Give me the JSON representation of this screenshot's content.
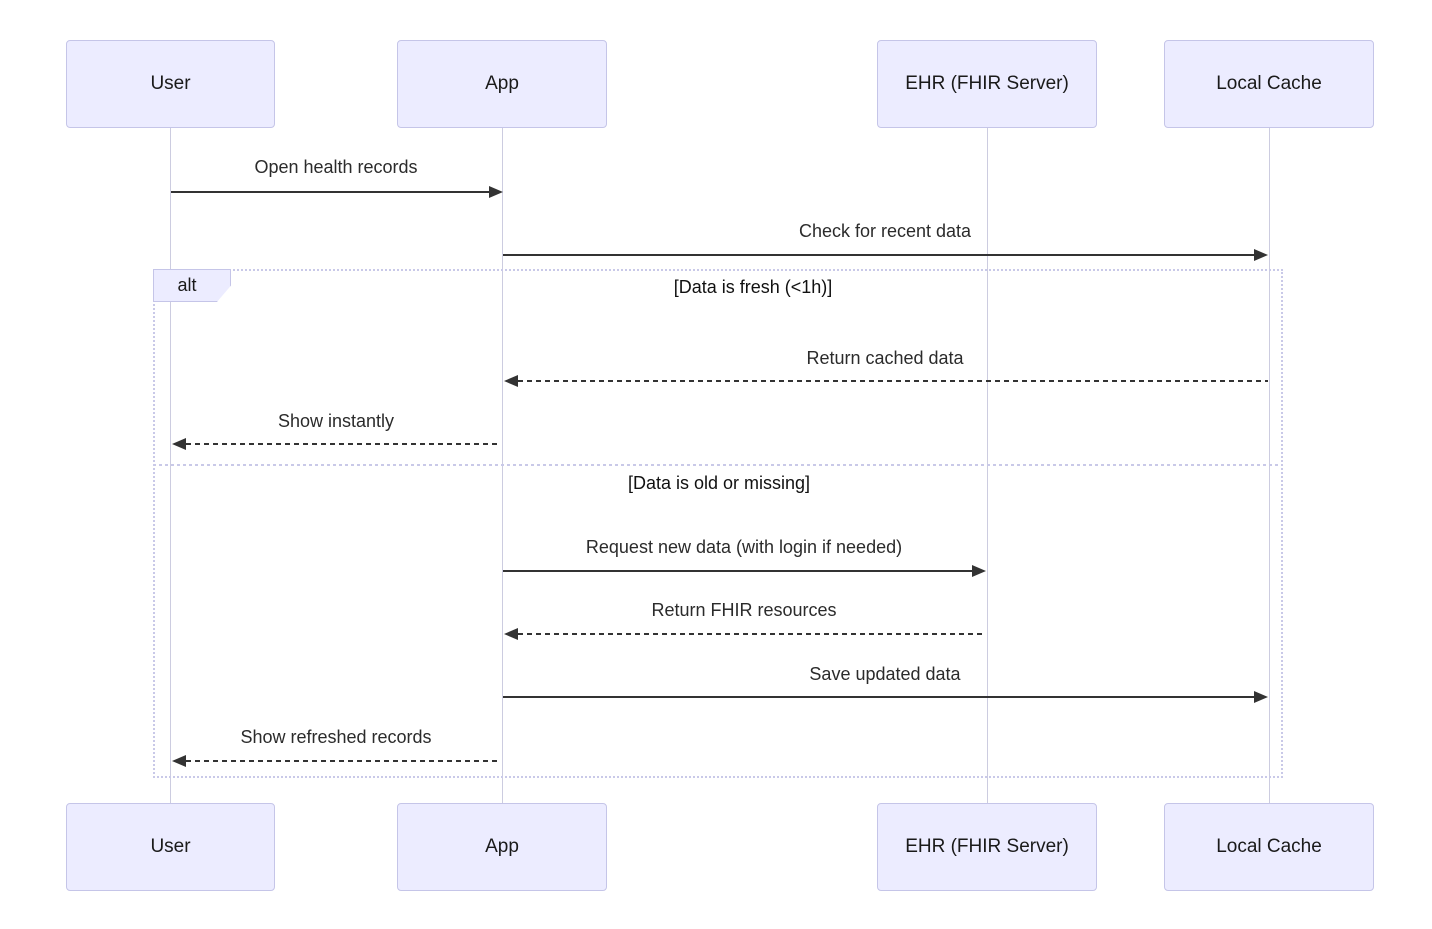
{
  "diagram": {
    "type": "sequence-diagram",
    "participants": [
      {
        "id": "user",
        "name": "User"
      },
      {
        "id": "app",
        "name": "App"
      },
      {
        "id": "ehr",
        "name": "EHR (FHIR Server)"
      },
      {
        "id": "cache",
        "name": "Local Cache"
      }
    ],
    "messages": [
      {
        "from": "User",
        "to": "App",
        "label": "Open health records",
        "style": "solid"
      },
      {
        "from": "App",
        "to": "Local Cache",
        "label": "Check for recent data",
        "style": "solid"
      },
      {
        "from": "Local Cache",
        "to": "App",
        "label": "Return cached data",
        "style": "dashed"
      },
      {
        "from": "App",
        "to": "User",
        "label": "Show instantly",
        "style": "dashed"
      },
      {
        "from": "App",
        "to": "EHR (FHIR Server)",
        "label": "Request new data (with login if needed)",
        "style": "solid"
      },
      {
        "from": "EHR (FHIR Server)",
        "to": "App",
        "label": "Return FHIR resources",
        "style": "dashed"
      },
      {
        "from": "App",
        "to": "Local Cache",
        "label": "Save updated data",
        "style": "solid"
      },
      {
        "from": "App",
        "to": "User",
        "label": "Show refreshed records",
        "style": "dashed"
      }
    ],
    "alt_block": {
      "label": "alt",
      "sections": [
        {
          "guard": "[Data is fresh (<1h)]"
        },
        {
          "guard": "[Data is old or missing]"
        }
      ]
    },
    "colors": {
      "actor_fill": "#ECECFF",
      "actor_border": "#C5C5E8",
      "lifeline": "#CCCCE0",
      "arrow": "#333333",
      "frame_border": "#C9C9E8",
      "text": "#2B2B2B"
    }
  }
}
